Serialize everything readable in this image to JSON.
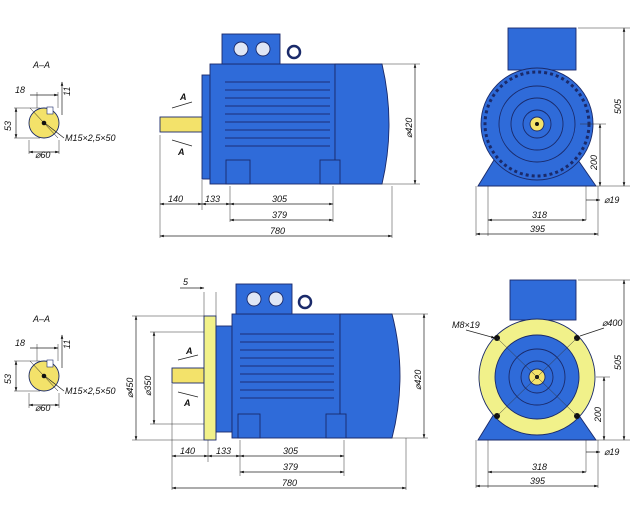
{
  "colors": {
    "motor_blue": "#2f6bd9",
    "motor_dark": "#1a3c9a",
    "flange_yellow": "#f1f18a",
    "shaft_yellow": "#f3e26a",
    "line": "#222222"
  },
  "views": {
    "top": {
      "section": {
        "title": "A–A",
        "keyway": "18",
        "key_depth": "11",
        "height": "53",
        "thread": "M15×2,5×50",
        "diameter": "⌀60"
      },
      "side": {
        "cut_a1": "A",
        "cut_a2": "A",
        "dim_140": "140",
        "dim_133": "133",
        "dim_305": "305",
        "dim_379": "379",
        "dim_780": "780",
        "dim_420": "⌀420"
      },
      "front": {
        "dim_505": "505",
        "dim_200": "200",
        "dim_318": "318",
        "dim_395": "395",
        "dim_19": "⌀19"
      }
    },
    "bottom": {
      "section": {
        "title": "A–A",
        "keyway": "18",
        "key_depth": "11",
        "height": "53",
        "thread": "M15×2,5×50",
        "diameter": "⌀60"
      },
      "side": {
        "cut_a1": "A",
        "cut_a2": "A",
        "dim_5": "5",
        "dim_450": "⌀450",
        "dim_350": "⌀350",
        "dim_140": "140",
        "dim_133": "133",
        "dim_305": "305",
        "dim_379": "379",
        "dim_780": "780",
        "dim_420": "⌀420"
      },
      "front": {
        "dim_m8": "M8×19",
        "dim_400": "⌀400",
        "dim_505": "505",
        "dim_200": "200",
        "dim_318": "318",
        "dim_395": "395",
        "dim_19": "⌀19"
      }
    }
  }
}
